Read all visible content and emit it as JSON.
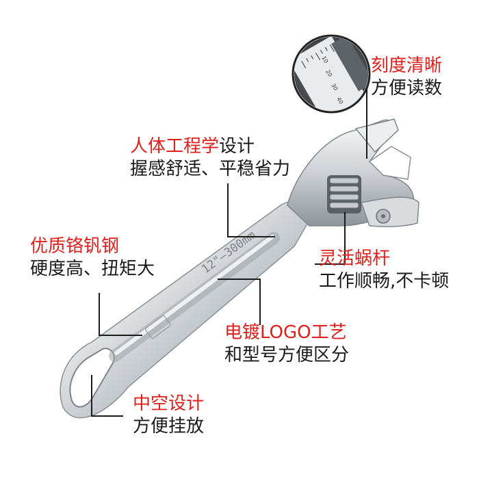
{
  "callouts": {
    "scale": {
      "title": "刻度清晰",
      "desc": "方便读数"
    },
    "ergonomic": {
      "title_red": "人体工程学",
      "title_plain": "设计",
      "desc": "握感舒适、平稳省力"
    },
    "steel": {
      "title": "优质铬钒钢",
      "desc": "硬度高、扭矩大"
    },
    "worm": {
      "title": "灵活蜗杆",
      "desc": "工作顺畅,不卡顿"
    },
    "logo": {
      "title": "电镀LOGO工艺",
      "desc": "和型号方便区分"
    },
    "hollow": {
      "title": "中空设计",
      "desc": "方便挂放"
    }
  },
  "engraving": {
    "size": "12\"—300mm"
  },
  "ruler_ticks": [
    "10",
    "20",
    "30",
    "40"
  ],
  "colors": {
    "accent_red": "#e0201c",
    "text": "#1a1a1a",
    "steel_light": "#f2f3f4",
    "steel_dark": "#9aa0a6"
  }
}
